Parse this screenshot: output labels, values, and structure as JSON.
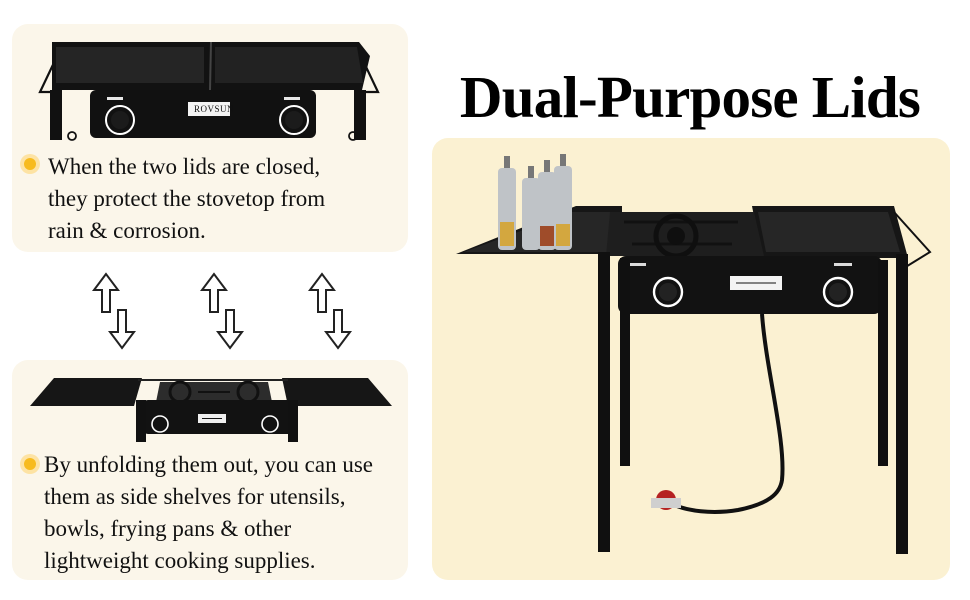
{
  "headline": "Dual-Purpose Lids",
  "closed_caption": {
    "lines": [
      "When the two lids are closed,",
      "they protect the stovetop from",
      "rain & corrosion."
    ]
  },
  "open_caption": {
    "lines": [
      "By unfolding them out, you can use",
      "them as side shelves for utensils,",
      "bowls, frying pans & other",
      "lightweight cooking supplies."
    ]
  },
  "brand": {
    "logo_text": "ROVSUN"
  },
  "colors": {
    "panel_bg": "#fbf6ea",
    "right_panel_bg": "#fbf1d2",
    "bullet": "#f7bb1e",
    "bullet_halo": "#fde3a4",
    "stove_black": "#151515"
  },
  "icons": {
    "bullet": "sun-bullet-icon",
    "arrow": "double-arrow-icon"
  }
}
